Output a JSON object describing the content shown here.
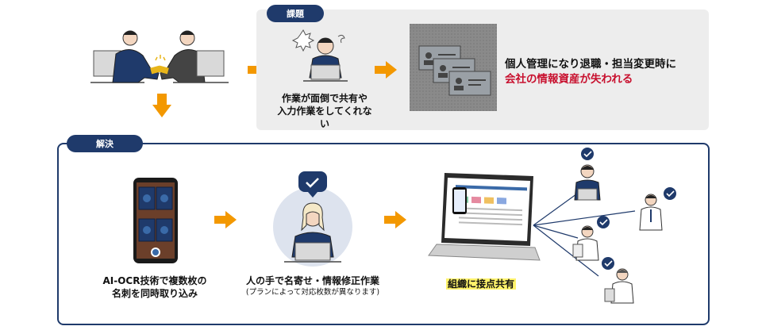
{
  "problem": {
    "tag_label": "課題",
    "step1_caption": [
      "作業が面倒で共有や",
      "入力作業をしてくれない"
    ],
    "result_line1": "個人管理になり退職・担当変更時に",
    "result_line2": "会社の情報資産が失われる"
  },
  "solution": {
    "tag_label": "解決",
    "step1_caption": [
      "AI-OCR技術で複数枚の",
      "名刺を同時取り込み"
    ],
    "step2_caption": "人の手で名寄せ・情報修正作業",
    "step2_note": "(プランによって対応枚数が異なります)",
    "step3_caption": "組織に接点共有"
  },
  "colors": {
    "navy": "#1f3a6b",
    "arrow_orange": "#f39800",
    "alert_red": "#c8102e",
    "panel_gray": "#ededed",
    "highlight_yellow": "#fff36b"
  },
  "icons": [
    "handshake-illustration",
    "stressed-worker-illustration",
    "business-card-stack-icon",
    "smartphone-scan-illustration",
    "operator-illustration",
    "check-badge-icon",
    "laptop-dashboard-illustration",
    "team-member-illustration",
    "arrow-right-icon",
    "arrow-down-icon"
  ]
}
